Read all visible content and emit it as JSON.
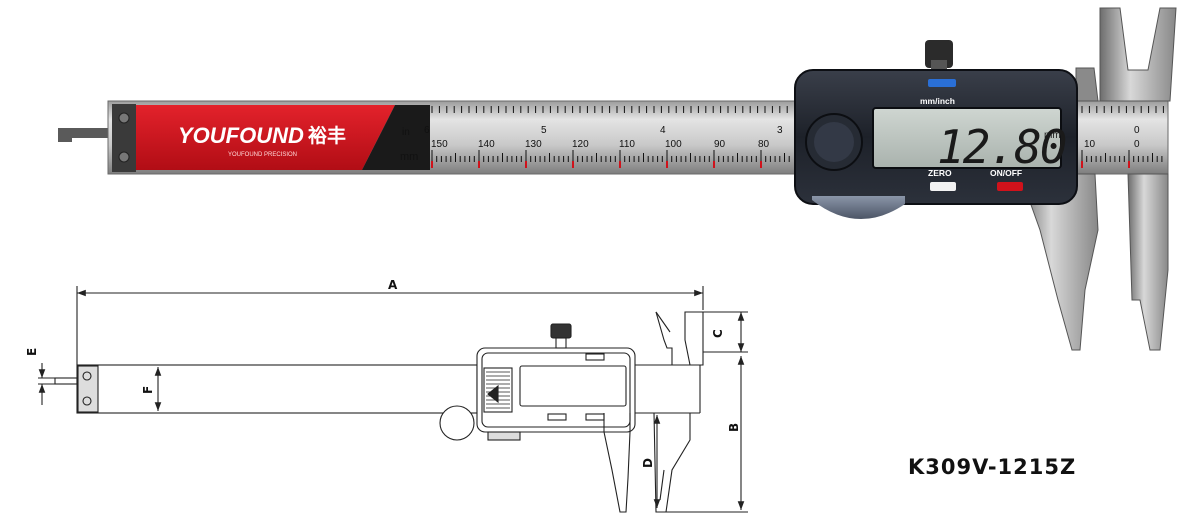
{
  "brand": {
    "name": "YOUFOUND",
    "chinese_name": "裕丰",
    "subtitle": "YOUFOUND PRECISION"
  },
  "scale": {
    "inch_unit": "in",
    "inch_labels": [
      "6",
      "5",
      "4",
      "3",
      "0"
    ],
    "mm_unit": "mm",
    "mm_labels": [
      "150",
      "140",
      "130",
      "120",
      "110",
      "100",
      "90",
      "80",
      "10",
      "0"
    ]
  },
  "display": {
    "mode_label": "mm/inch",
    "reading": "12.80",
    "unit": "mm",
    "zero_label": "ZERO",
    "onoff_label": "ON/OFF"
  },
  "diagram": {
    "dimension_labels": {
      "a": "A",
      "b": "B",
      "c": "C",
      "d": "D",
      "e": "E",
      "f": "F"
    }
  },
  "model": {
    "code": "K309V-1215Z"
  },
  "colors": {
    "brand_red": "#d0121b",
    "zero_button": "#f2f2f2",
    "onoff_button": "#d0121b",
    "mode_button": "#2a6fd6",
    "lcd_background": "#bfc7c2"
  }
}
